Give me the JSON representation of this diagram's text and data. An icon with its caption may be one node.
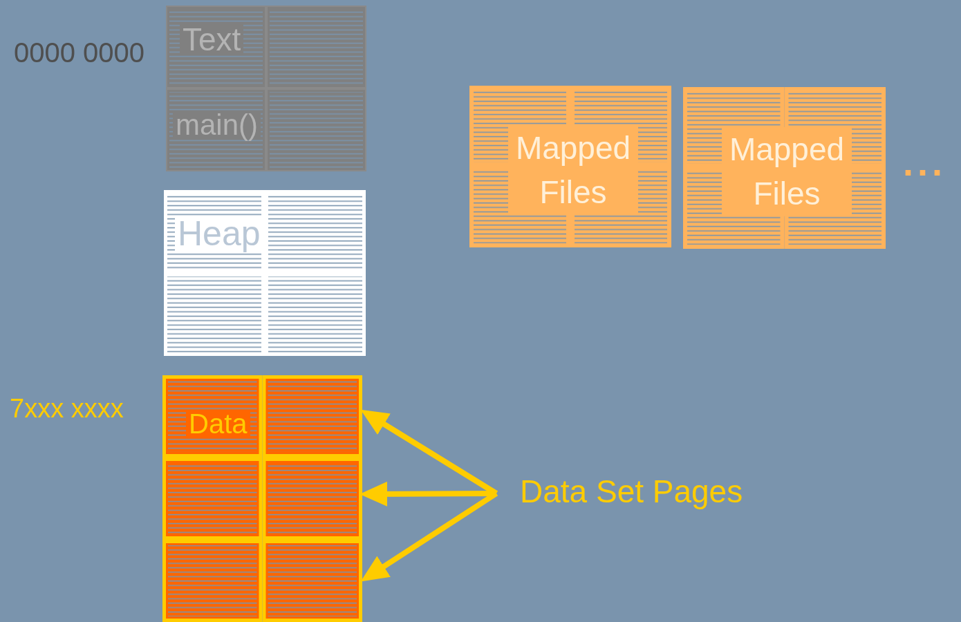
{
  "diagram": {
    "nodes": [
      {
        "text": [
          "Text",
          "main()"
        ]
      },
      {
        "text": [
          "Heap"
        ]
      },
      {
        "text": [
          "Data"
        ]
      },
      {
        "text": [
          "Mapped Files"
        ]
      },
      {
        "text": [
          "Mapped Files"
        ]
      },
      {
        "text": [
          "Data Set Pages"
        ]
      }
    ],
    "edges": [
      {
        "from": 5,
        "to": 2,
        "arrow": "to"
      },
      {
        "from": 5,
        "to": 2,
        "arrow": "to"
      },
      {
        "from": 5,
        "to": 2,
        "arrow": "to"
      }
    ],
    "labels": [
      "0000 0000",
      "7xxx xxxx",
      "..."
    ]
  }
}
